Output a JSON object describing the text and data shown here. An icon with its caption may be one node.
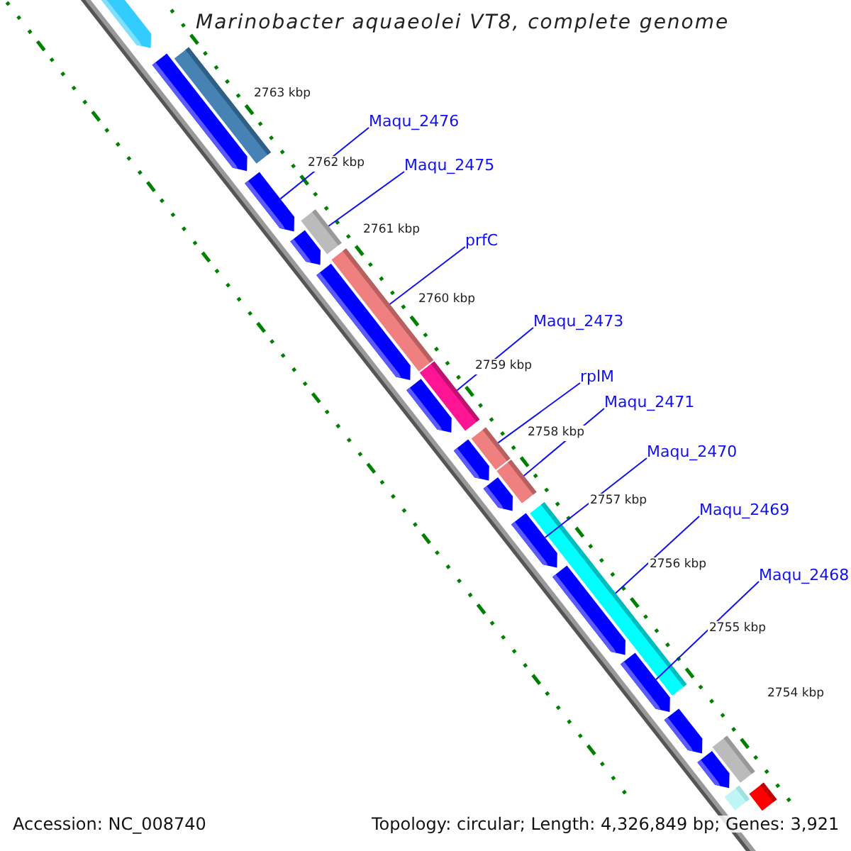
{
  "diagram": {
    "title": "Marinobacter aquaeolei VT8, complete genome",
    "nodes": [
      {
        "text": [
          "Maqu_2476"
        ]
      },
      {
        "text": [
          "Maqu_2475"
        ]
      },
      {
        "text": [
          "prfC"
        ]
      },
      {
        "text": [
          "Maqu_2473"
        ]
      },
      {
        "text": [
          "rplM"
        ]
      },
      {
        "text": [
          "Maqu_2471"
        ]
      },
      {
        "text": [
          "Maqu_2470"
        ]
      },
      {
        "text": [
          "Maqu_2469"
        ]
      },
      {
        "text": [
          "Maqu_2468"
        ]
      },
      {
        "text": [],
        "shape": "arrow"
      },
      {
        "text": [],
        "shape": "arrow"
      },
      {
        "text": [],
        "shape": "bar"
      },
      {
        "text": [],
        "shape": "arrow"
      },
      {
        "text": [],
        "shape": "bar"
      },
      {
        "text": [],
        "shape": "arrow"
      },
      {
        "text": [],
        "shape": "bar"
      },
      {
        "text": [],
        "shape": "arrow"
      },
      {
        "text": [],
        "shape": "bar"
      },
      {
        "text": [],
        "shape": "arrow"
      },
      {
        "text": [],
        "shape": "arrow"
      },
      {
        "text": [],
        "shape": "bar"
      },
      {
        "text": [],
        "shape": "bar"
      },
      {
        "text": [],
        "shape": "arrow"
      },
      {
        "text": [],
        "shape": "arrow"
      },
      {
        "text": [],
        "shape": "bar"
      },
      {
        "text": [],
        "shape": "arrow"
      },
      {
        "text": [],
        "shape": "arrow"
      },
      {
        "text": [],
        "shape": "arrow"
      },
      {
        "text": [],
        "shape": "bar"
      },
      {
        "text": [],
        "shape": "arrow"
      },
      {
        "text": [],
        "shape": "bar"
      },
      {
        "text": [],
        "shape": "bar"
      }
    ],
    "edges": [
      {
        "from": 0,
        "to": 12,
        "arrow": "none"
      },
      {
        "from": 1,
        "to": 13,
        "arrow": "none"
      },
      {
        "from": 2,
        "to": 15,
        "arrow": "none"
      },
      {
        "from": 3,
        "to": 17,
        "arrow": "none"
      },
      {
        "from": 4,
        "to": 20,
        "arrow": "none"
      },
      {
        "from": 5,
        "to": 21,
        "arrow": "none"
      },
      {
        "from": 6,
        "to": 23,
        "arrow": "none"
      },
      {
        "from": 7,
        "to": 24,
        "arrow": "none"
      },
      {
        "from": 8,
        "to": 26,
        "arrow": "none"
      }
    ],
    "labels": [
      "2763 kbp",
      "2762 kbp",
      "2761 kbp",
      "2760 kbp",
      "2759 kbp",
      "2758 kbp",
      "2757 kbp",
      "2756 kbp",
      "2755 kbp",
      "2754 kbp",
      "Accession: NC_008740",
      "Topology: circular; Length: 4,326,849 bp; Genes: 3,921"
    ]
  }
}
